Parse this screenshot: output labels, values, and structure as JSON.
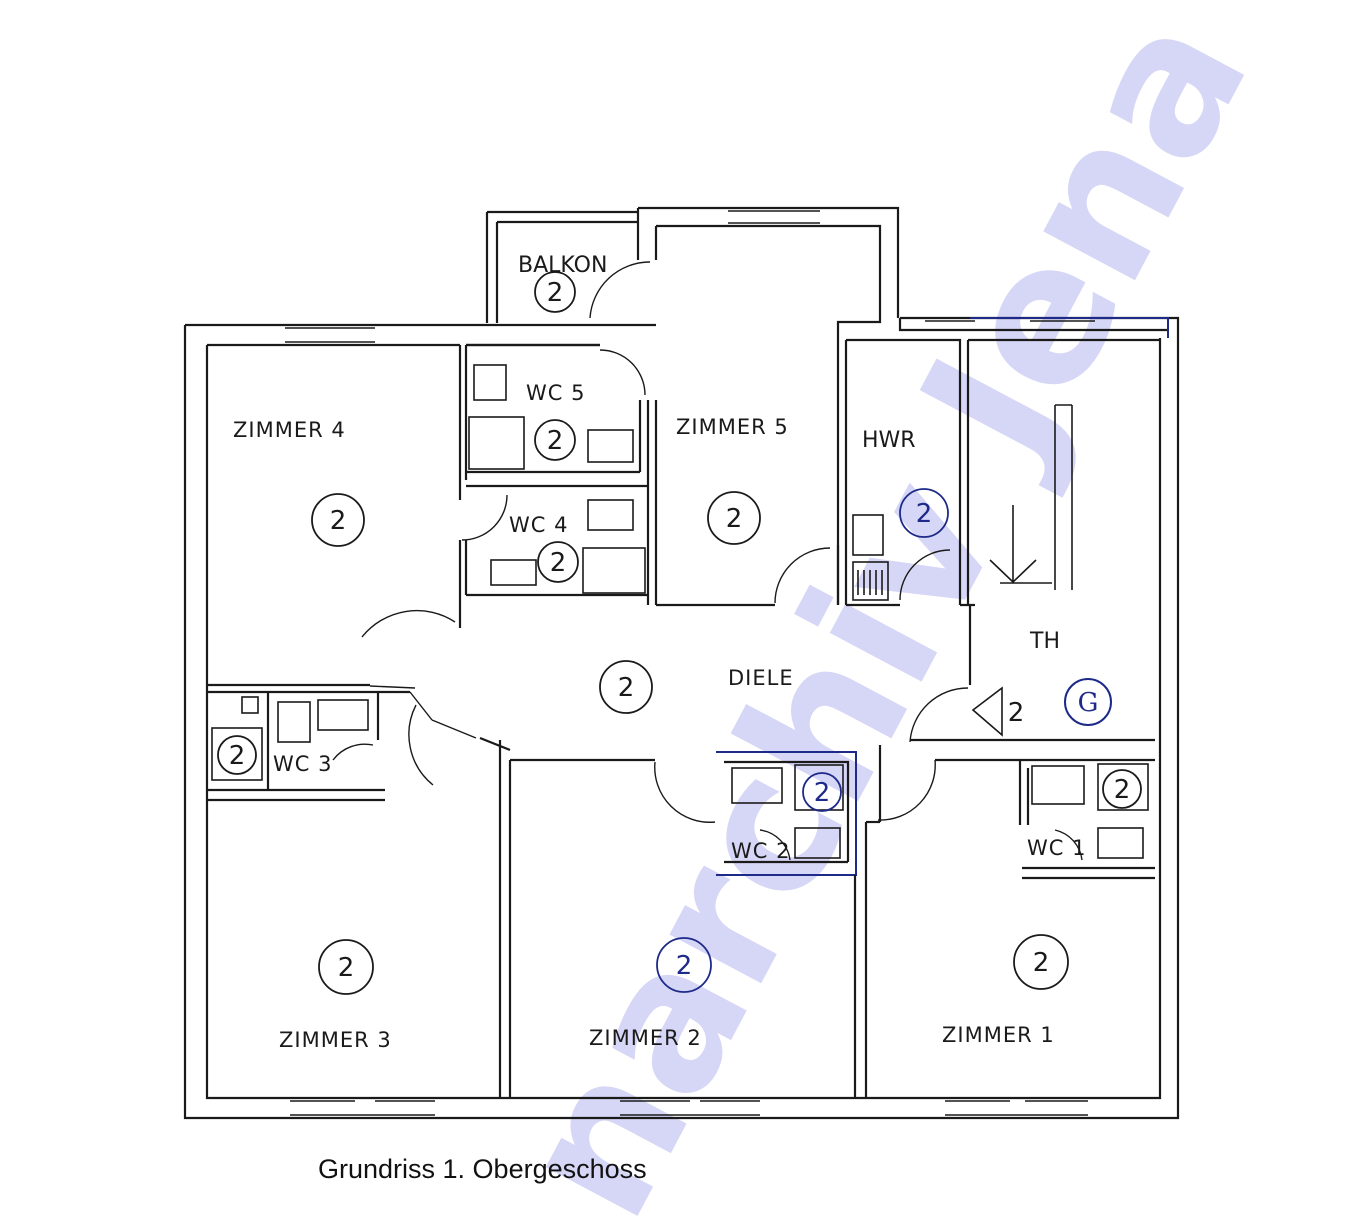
{
  "watermark": "narchiv Jena",
  "rooms": {
    "balkon": "BALKON",
    "wc5": "WC 5",
    "wc4": "WC 4",
    "wc3": "WC 3",
    "wc2": "WC 2",
    "wc1": "WC 1",
    "zimmer4": "ZIMMER 4",
    "zimmer5": "ZIMMER 5",
    "zimmer3": "ZIMMER 3",
    "zimmer2": "ZIMMER 2",
    "zimmer1": "ZIMMER 1",
    "hwr": "HWR",
    "diele": "DIELE",
    "th": "TH"
  },
  "markers": {
    "balkon": "2",
    "wc5": "2",
    "zimmer4": "2",
    "zimmer5": "2",
    "hwr": "2",
    "wc4": "2",
    "diele": "2",
    "stair": "2",
    "g": "G",
    "wc3": "2",
    "wc2": "2",
    "wc1": "2",
    "zimmer3": "2",
    "zimmer2": "2",
    "zimmer1": "2"
  },
  "colors": {
    "ink": "#1a1a1a",
    "blue_ink": "#1d2a8a",
    "watermark": "#c9c9f4"
  },
  "caption": "Grundriss 1. Obergeschoss"
}
